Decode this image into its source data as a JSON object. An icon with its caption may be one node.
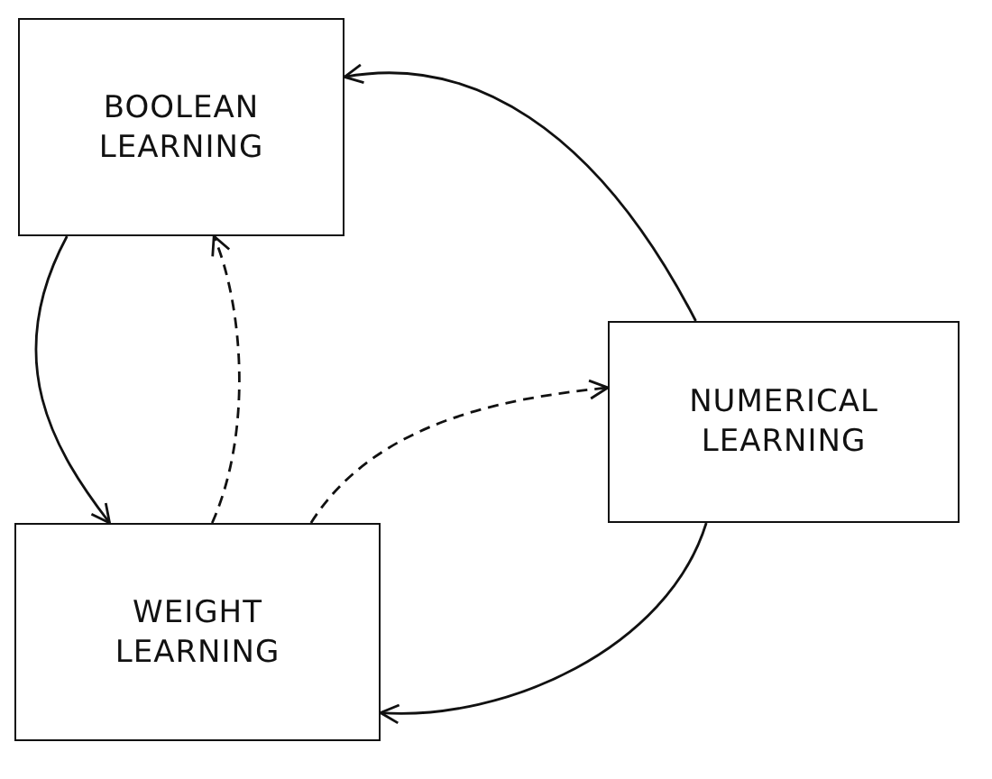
{
  "diagram": {
    "nodes": [
      {
        "text": [
          "BOOLEAN LEARNING"
        ]
      },
      {
        "text": [
          "NUMERICAL LEARNING"
        ]
      },
      {
        "text": [
          "WEIGHT LEARNING"
        ]
      }
    ],
    "edges": [
      {
        "from": 1,
        "to": 0,
        "arrow": "to"
      },
      {
        "from": 0,
        "to": 2,
        "arrow": "to"
      },
      {
        "from": 2,
        "to": 0,
        "arrow": "to",
        "style": "dashed"
      },
      {
        "from": 2,
        "to": 1,
        "arrow": "to",
        "style": "dashed"
      },
      {
        "from": 1,
        "to": 2,
        "arrow": "to"
      }
    ]
  }
}
